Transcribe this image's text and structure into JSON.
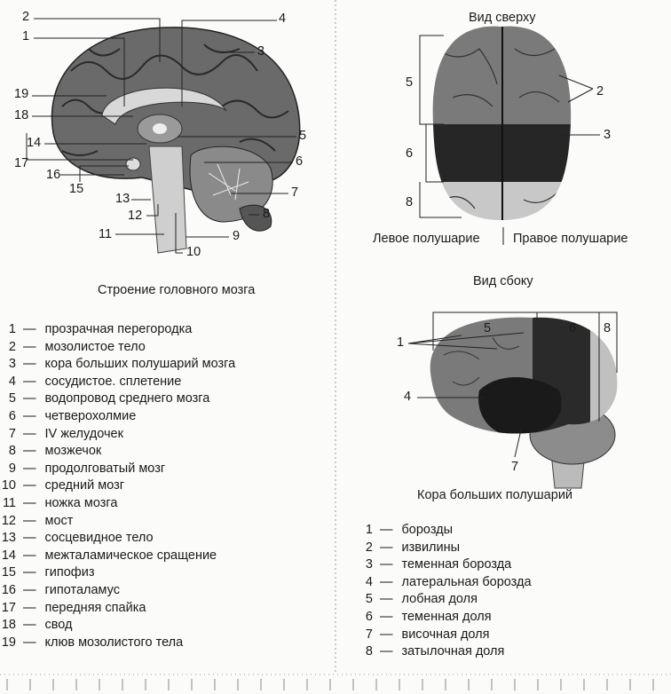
{
  "sagittal": {
    "caption": "Строение головного мозга",
    "labels": [
      "1",
      "2",
      "3",
      "4",
      "5",
      "6",
      "7",
      "8",
      "9",
      "10",
      "11",
      "12",
      "13",
      "14",
      "15",
      "16",
      "17",
      "18",
      "19"
    ],
    "legend": [
      {
        "num": "1",
        "text": "прозрачная перегородка"
      },
      {
        "num": "2",
        "text": "мозолистое тело"
      },
      {
        "num": "3",
        "text": "кора больших полушарий мозга"
      },
      {
        "num": "4",
        "text": "сосудистое. сплетение"
      },
      {
        "num": "5",
        "text": "водопровод среднего мозга"
      },
      {
        "num": "6",
        "text": "четверохолмие"
      },
      {
        "num": "7",
        "text": "IV желудочек"
      },
      {
        "num": "8",
        "text": "мозжечок"
      },
      {
        "num": "9",
        "text": "продолговатый мозг"
      },
      {
        "num": "10",
        "text": "средний мозг"
      },
      {
        "num": "11",
        "text": "ножка мозга"
      },
      {
        "num": "12",
        "text": "мост"
      },
      {
        "num": "13",
        "text": "сосцевидное тело"
      },
      {
        "num": "14",
        "text": "межталамическое сращение"
      },
      {
        "num": "15",
        "text": "гипофиз"
      },
      {
        "num": "16",
        "text": "гипоталамус"
      },
      {
        "num": "17",
        "text": "передняя спайка"
      },
      {
        "num": "18",
        "text": "свод"
      },
      {
        "num": "19",
        "text": "клюв мозолистого тела"
      }
    ]
  },
  "cortex": {
    "top_view_title": "Вид сверху",
    "left_hemisphere": "Левое полушарие",
    "right_hemisphere": "Правое полушарие",
    "side_view_title": "Вид сбоку",
    "caption": "Кора больших полушарий",
    "legend": [
      {
        "num": "1",
        "text": "борозды"
      },
      {
        "num": "2",
        "text": "извилины"
      },
      {
        "num": "3",
        "text": "теменная борозда"
      },
      {
        "num": "4",
        "text": "латеральная борозда"
      },
      {
        "num": "5",
        "text": "лобная доля"
      },
      {
        "num": "6",
        "text": "теменная доля"
      },
      {
        "num": "7",
        "text": "височная доля"
      },
      {
        "num": "8",
        "text": "затылочная доля"
      }
    ]
  },
  "dash": "—"
}
